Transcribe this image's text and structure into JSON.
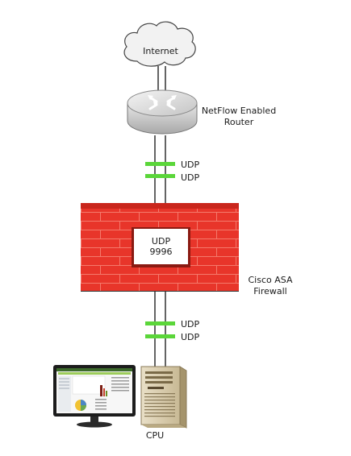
{
  "nodes": {
    "internet": {
      "label": "Internet"
    },
    "router": {
      "label_line1": "NetFlow Enabled",
      "label_line2": "Router"
    },
    "firewall": {
      "label_line1": "Cisco ASA",
      "label_line2": "Firewall",
      "window_line1": "UDP",
      "window_line2": "9996"
    },
    "cpu": {
      "label": "CPU"
    }
  },
  "links": {
    "upper_flows": [
      "UDP",
      "UDP"
    ],
    "lower_flows": [
      "UDP",
      "UDP"
    ]
  },
  "colors": {
    "flow_marker": "#5bd63a",
    "firewall_brick": "#e8352a",
    "firewall_mortar": "#f47a6c",
    "router_body": "#c9c9c9",
    "cloud": "#f2f2f2"
  },
  "icons": [
    "cloud-icon",
    "router-icon",
    "brick-wall-icon",
    "monitor-icon",
    "tower-pc-icon"
  ]
}
